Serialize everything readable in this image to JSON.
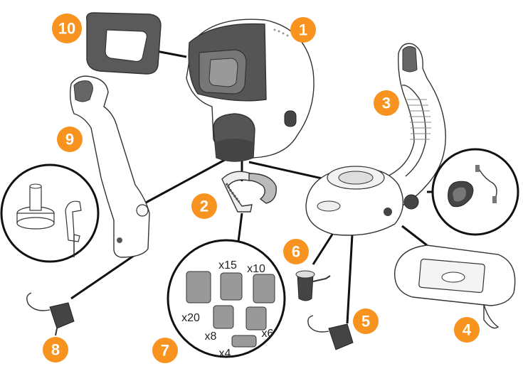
{
  "badges": [
    {
      "id": "1",
      "label": "1"
    },
    {
      "id": "2",
      "label": "2"
    },
    {
      "id": "3",
      "label": "3"
    },
    {
      "id": "4",
      "label": "4"
    },
    {
      "id": "5",
      "label": "5"
    },
    {
      "id": "6",
      "label": "6"
    },
    {
      "id": "7",
      "label": "7"
    },
    {
      "id": "8",
      "label": "8"
    },
    {
      "id": "9",
      "label": "9"
    },
    {
      "id": "10",
      "label": "10"
    }
  ],
  "magnifications": [
    "x15",
    "x10",
    "x20",
    "x8",
    "x6",
    "x4"
  ],
  "colors": {
    "badge": "#f7931e",
    "outline": "#333333",
    "dark_part": "#555555",
    "line": "#111111"
  }
}
